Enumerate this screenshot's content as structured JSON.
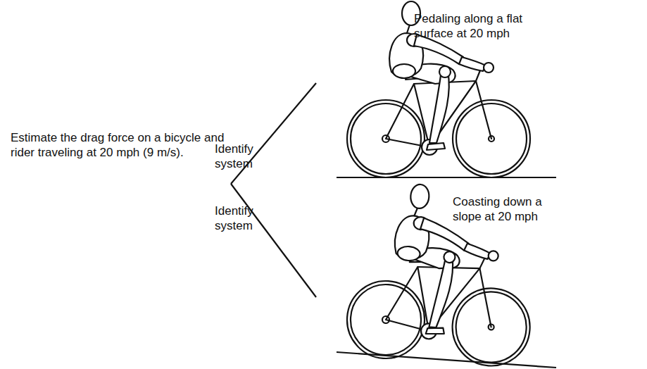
{
  "diagram": {
    "labels": [
      "Estimate the drag force on a bicycle and rider traveling at 20 mph (9 m/s).",
      "Identify system",
      "Identify system",
      "Pedaling along a flat surface at 20 mph",
      "Coasting down a slope at 20 mph"
    ]
  }
}
